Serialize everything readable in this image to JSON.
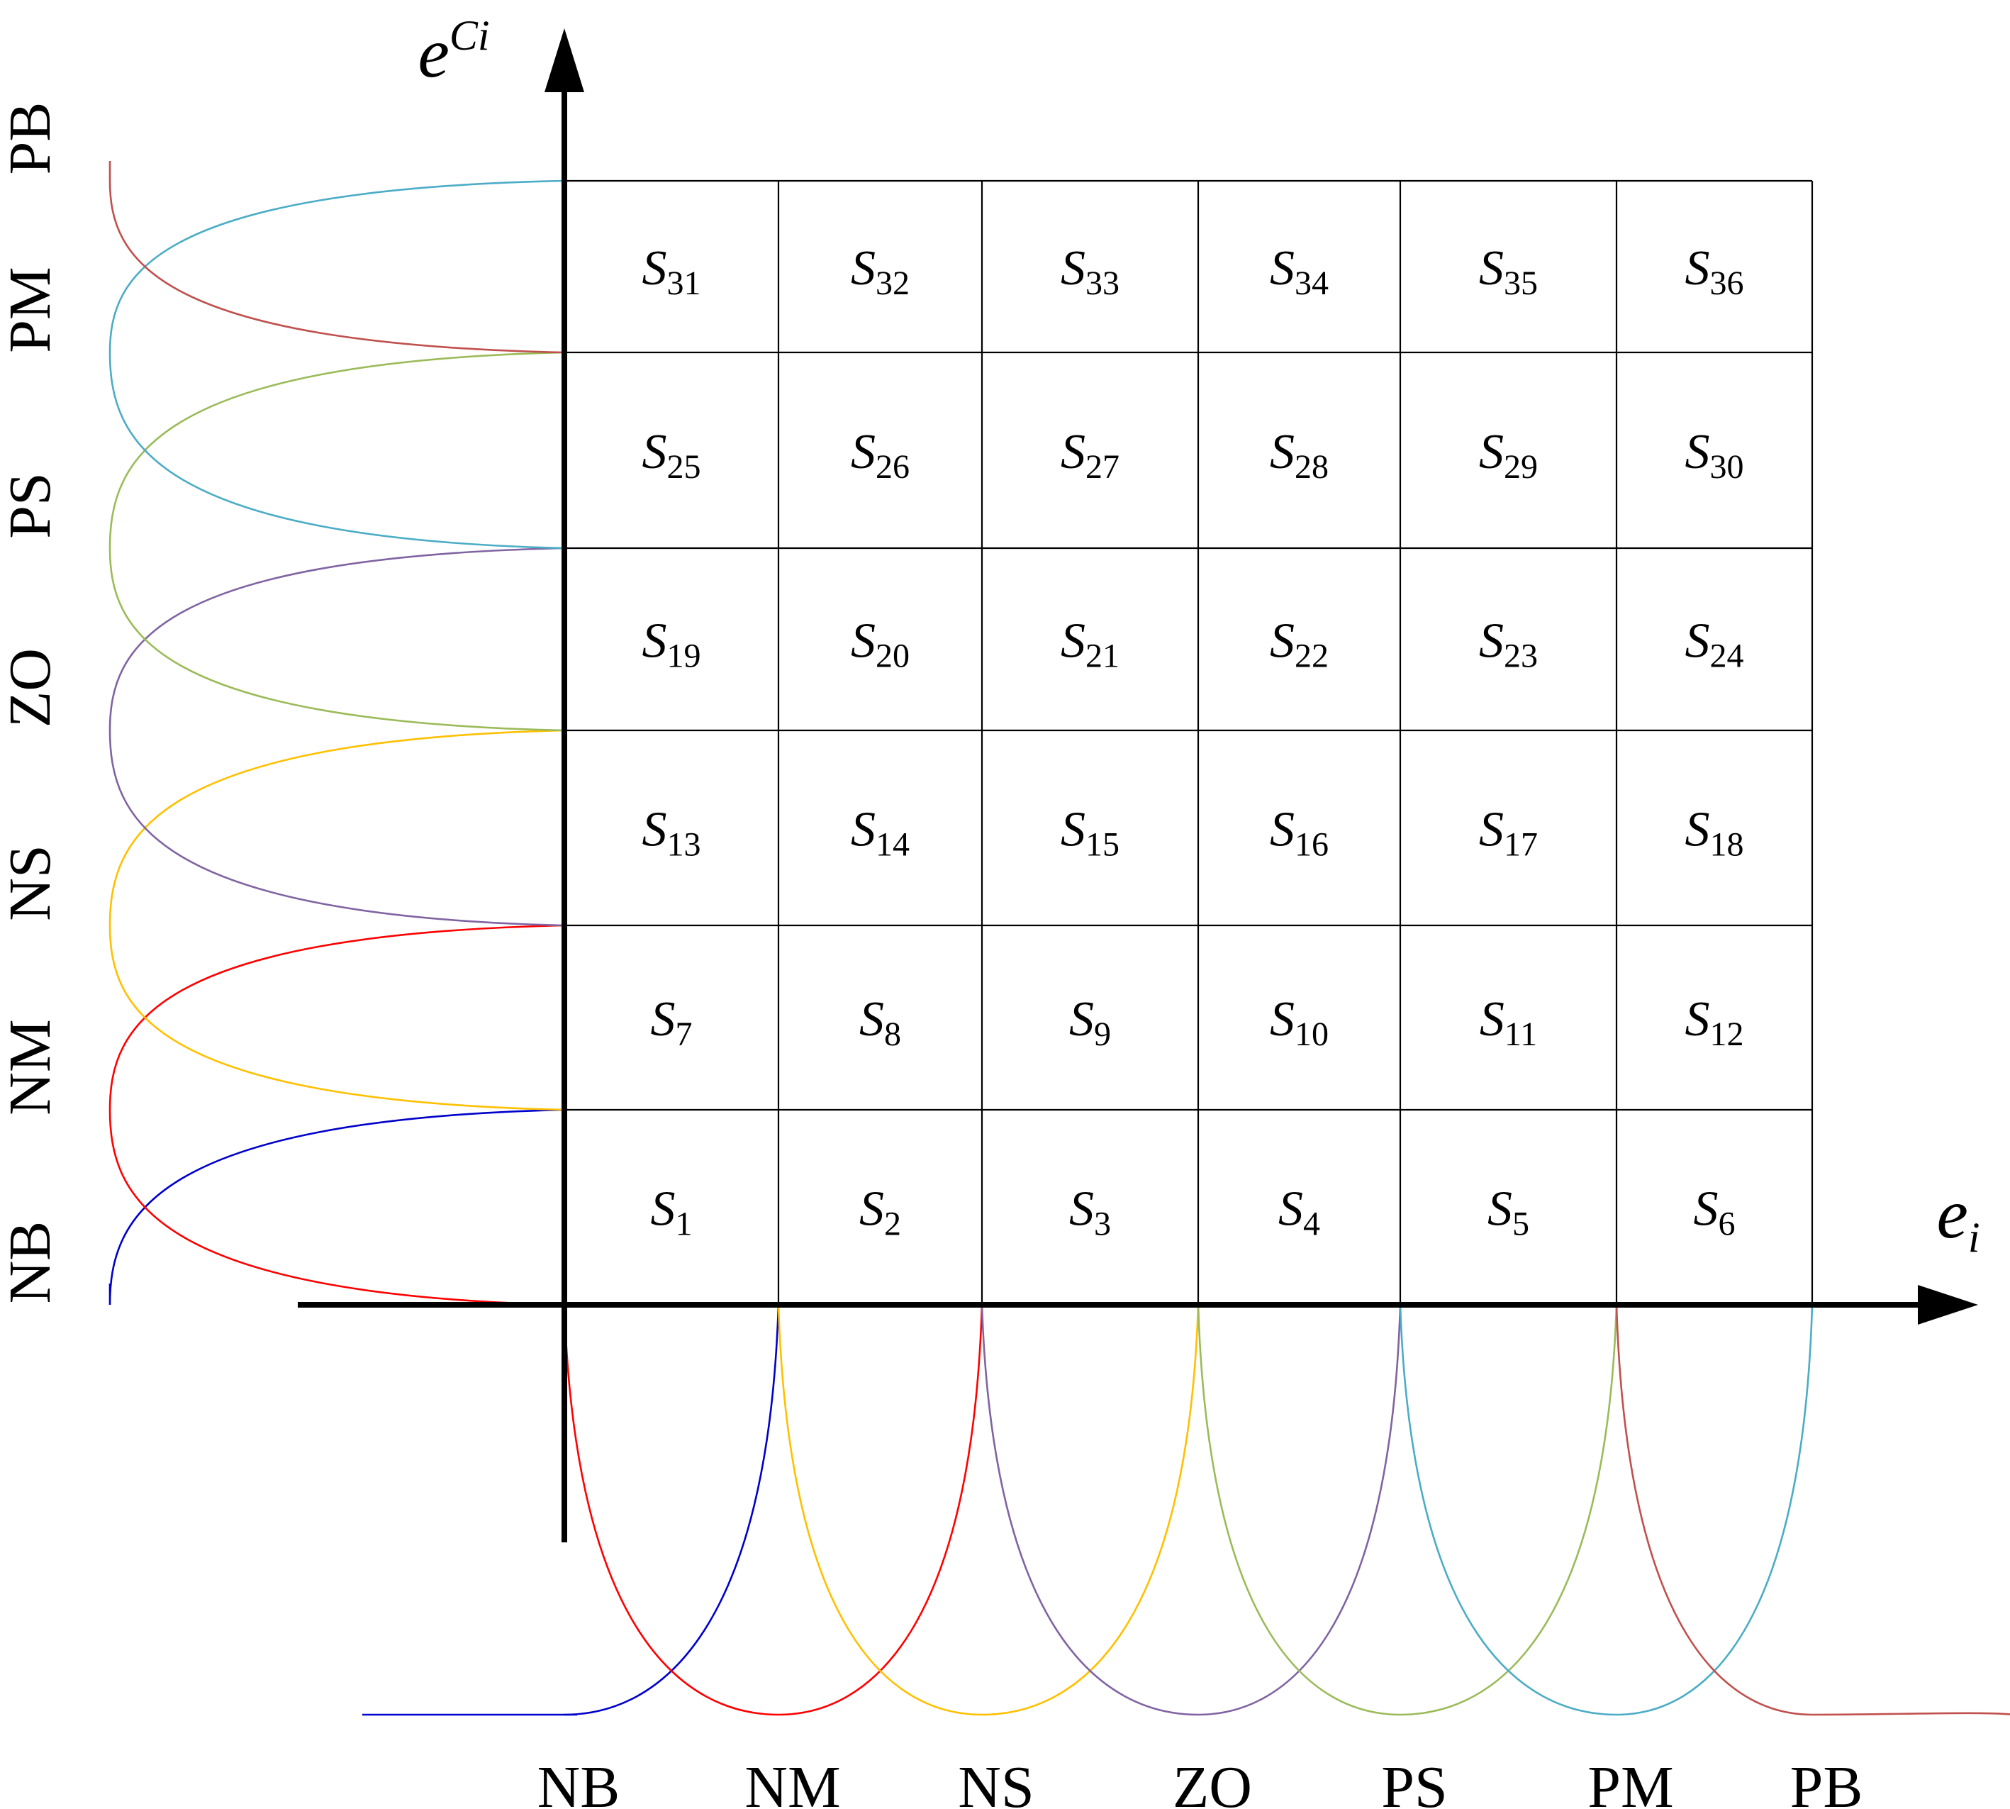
{
  "axes": {
    "horizontal": {
      "symbol": "e",
      "subscript": "i"
    },
    "vertical": {
      "symbol": "e",
      "subscript": "Ci"
    }
  },
  "fuzzy_sets_horizontal": [
    "NB",
    "NM",
    "NS",
    "ZO",
    "PS",
    "PM",
    "PB"
  ],
  "fuzzy_sets_vertical": [
    "NB",
    "NM",
    "NS",
    "ZO",
    "PS",
    "PM",
    "PB"
  ],
  "regions": [
    [
      "S",
      "1"
    ],
    [
      "S",
      "2"
    ],
    [
      "S",
      "3"
    ],
    [
      "S",
      "4"
    ],
    [
      "S",
      "5"
    ],
    [
      "S",
      "6"
    ],
    [
      "S",
      "7"
    ],
    [
      "S",
      "8"
    ],
    [
      "S",
      "9"
    ],
    [
      "S",
      "10"
    ],
    [
      "S",
      "11"
    ],
    [
      "S",
      "12"
    ],
    [
      "S",
      "13"
    ],
    [
      "S",
      "14"
    ],
    [
      "S",
      "15"
    ],
    [
      "S",
      "16"
    ],
    [
      "S",
      "17"
    ],
    [
      "S",
      "18"
    ],
    [
      "S",
      "19"
    ],
    [
      "S",
      "20"
    ],
    [
      "S",
      "21"
    ],
    [
      "S",
      "22"
    ],
    [
      "S",
      "23"
    ],
    [
      "S",
      "24"
    ],
    [
      "S",
      "25"
    ],
    [
      "S",
      "26"
    ],
    [
      "S",
      "27"
    ],
    [
      "S",
      "28"
    ],
    [
      "S",
      "29"
    ],
    [
      "S",
      "30"
    ],
    [
      "S",
      "31"
    ],
    [
      "S",
      "32"
    ],
    [
      "S",
      "33"
    ],
    [
      "S",
      "34"
    ],
    [
      "S",
      "35"
    ],
    [
      "S",
      "36"
    ]
  ],
  "membership_colors": {
    "NB": "#0000cc",
    "NM": "#ff0000",
    "NS": "#ffc000",
    "ZO": "#8064a2",
    "PS": "#9bbb59",
    "PM": "#4bacc6",
    "PB": "#c0504d"
  }
}
